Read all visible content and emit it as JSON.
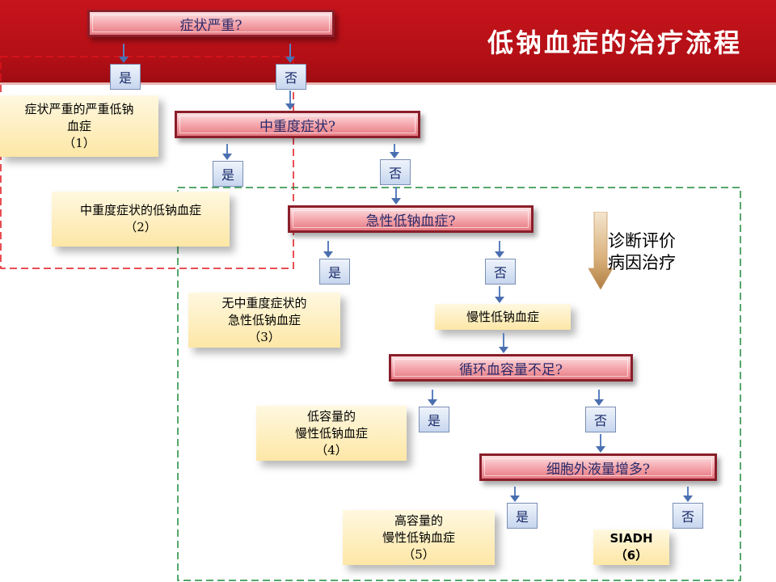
{
  "header": {
    "title": "低钠血症的治疗流程"
  },
  "questions": {
    "q1": "症状严重?",
    "q2": "中重度症状?",
    "q3": "急性低钠血症?",
    "q4": "循环血容量不足?",
    "q5": "细胞外液量增多?"
  },
  "answers": {
    "yes": "是",
    "no": "否"
  },
  "results": {
    "r1": [
      "症状严重的严重低钠",
      "血症",
      "（1）"
    ],
    "r2": [
      "中重度症状的低钠血症",
      "（2）"
    ],
    "r3": [
      "无中重度症状的",
      "急性低钠血症",
      "（3）"
    ],
    "chronic": [
      "慢性低钠血症"
    ],
    "r4": [
      "低容量的",
      "慢性低钠血症",
      "（4）"
    ],
    "r5": [
      "高容量的",
      "慢性低钠血症",
      "（5）"
    ],
    "r6": [
      "SIADH",
      "（6）"
    ]
  },
  "side_note": [
    "诊断评价",
    "病因治疗"
  ],
  "colors": {
    "banner": "#c8141c",
    "red_dash": "#e0141c",
    "green_dash": "#1f8a3a",
    "arrow": "#5a7fbf"
  }
}
